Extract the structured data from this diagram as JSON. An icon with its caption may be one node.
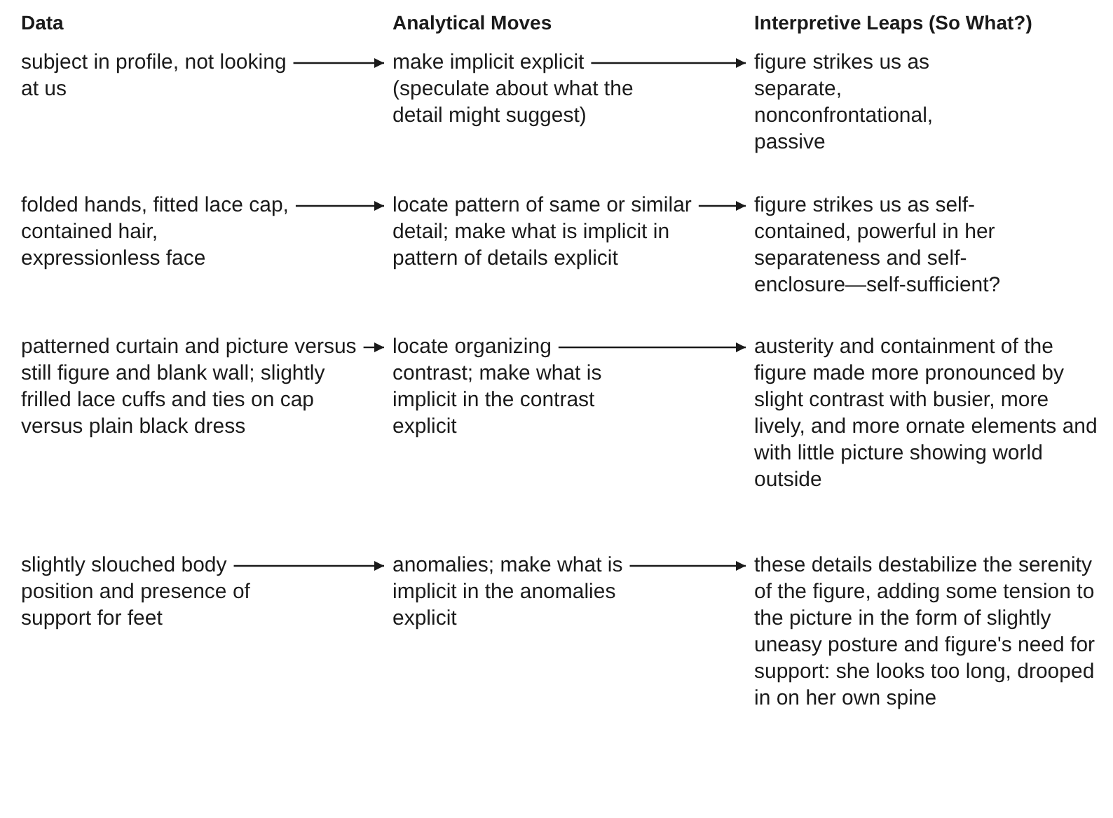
{
  "diagram": {
    "nodes": [
      {
        "text": [
          "subject in profile, not looking at us"
        ]
      },
      {
        "text": [
          "make implicit explicit (speculate about what the detail might suggest)"
        ]
      },
      {
        "text": [
          "figure strikes us as separate, nonconfrontational, passive"
        ]
      },
      {
        "text": [
          "folded hands, fitted lace cap, contained hair, expressionless face"
        ]
      },
      {
        "text": [
          "locate pattern of same or similar detail; make what is implicit in pattern of details explicit"
        ]
      },
      {
        "text": [
          "figure strikes us as self-contained, powerful in her separateness and self-enclosure—self-sufficient?"
        ]
      },
      {
        "text": [
          "patterned curtain and picture versus still figure and blank wall; slightly frilled lace cuffs and ties on cap versus plain black dress"
        ]
      },
      {
        "text": [
          "locate organizing contrast; make what is implicit in the contrast explicit"
        ]
      },
      {
        "text": [
          "austerity and containment of the figure made more pronounced by slight contrast with busier, more lively, and more ornate elements and with little picture showing world outside"
        ]
      },
      {
        "text": [
          "slightly slouched body position and presence of support for feet"
        ]
      },
      {
        "text": [
          "anomalies; make what is implicit in the anomalies explicit"
        ]
      },
      {
        "text": [
          "these details destabilize the serenity of the figure, adding some tension to the picture in the form of slightly uneasy posture and figure's need for support: she looks too long, drooped in on her own spine"
        ]
      }
    ],
    "edges": [
      {
        "from": 0,
        "to": 1,
        "arrow": "to"
      },
      {
        "from": 1,
        "to": 2,
        "arrow": "to"
      },
      {
        "from": 3,
        "to": 4,
        "arrow": "to"
      },
      {
        "from": 4,
        "to": 5,
        "arrow": "to"
      },
      {
        "from": 6,
        "to": 7,
        "arrow": "to"
      },
      {
        "from": 7,
        "to": 8,
        "arrow": "to"
      },
      {
        "from": 9,
        "to": 10,
        "arrow": "to"
      },
      {
        "from": 10,
        "to": 11,
        "arrow": "to"
      }
    ],
    "labels": [
      "Data",
      "Analytical Moves",
      "Interpretive Leaps (So What?)"
    ]
  }
}
